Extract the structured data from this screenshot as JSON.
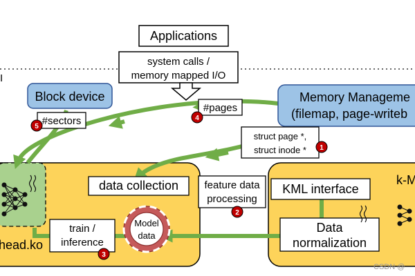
{
  "applications": {
    "label": "Applications"
  },
  "syscalls": {
    "line1": "system calls /",
    "line2": "memory mapped I/O"
  },
  "block_device": {
    "label": "Block device"
  },
  "memory_management": {
    "line1": "Memory Manageme",
    "line2": "(filemap, page-writeb"
  },
  "labels": {
    "sectors": "#sectors",
    "pages": "#pages",
    "struct_line1": "struct page *,",
    "struct_line2": "struct inode *",
    "data_collection": "data collection",
    "feature_line1": "feature data",
    "feature_line2": "processing",
    "kml_interface": "KML interface",
    "data_norm_line1": "Data",
    "data_norm_line2": "normalization",
    "train_line1": "train /",
    "train_line2": "inference",
    "model_line1": "Model",
    "model_line2": "data",
    "head_ko": "head.ko",
    "k_module": "k-M"
  },
  "badges": [
    "1",
    "2",
    "3",
    "4",
    "5"
  ],
  "watermark": "CSDN @",
  "colors": {
    "kernel_module_fill": "#fdd35a",
    "blue_box_fill": "#9dc3e6",
    "blue_box_stroke": "#2f5597",
    "arrow_green": "#70ad47",
    "nn_green": "#a9d18e",
    "badge_red": "#c00000",
    "model_ring": "#c55a5a"
  }
}
